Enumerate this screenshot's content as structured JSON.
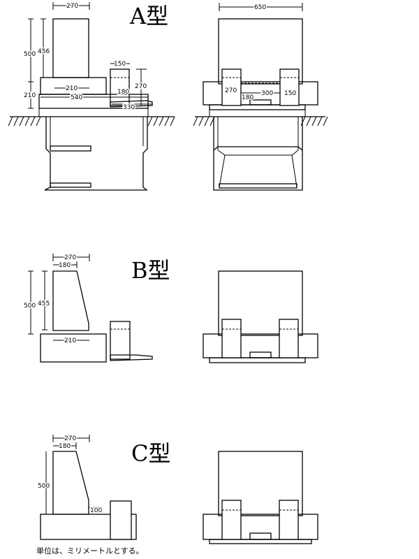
{
  "types": {
    "a": {
      "title": "A型"
    },
    "b": {
      "title": "B型"
    },
    "c": {
      "title": "C型"
    }
  },
  "dims": {
    "a": {
      "w270": "270",
      "h500": "500",
      "h456": "456",
      "w150": "150",
      "h270": "270",
      "w210": "210",
      "h180": "180",
      "h210": "210",
      "w540": "540",
      "w330": "330",
      "w650": "650",
      "f270": "270",
      "f180": "180",
      "f300": "300",
      "f150": "150"
    },
    "b": {
      "w270": "270",
      "w180": "180",
      "h500": "500",
      "h455": "455",
      "w210": "210"
    },
    "c": {
      "w270": "270",
      "w180": "180",
      "h500": "500",
      "h100": "100"
    }
  },
  "footer": {
    "note": "単位は、ミリメートルとする。"
  }
}
